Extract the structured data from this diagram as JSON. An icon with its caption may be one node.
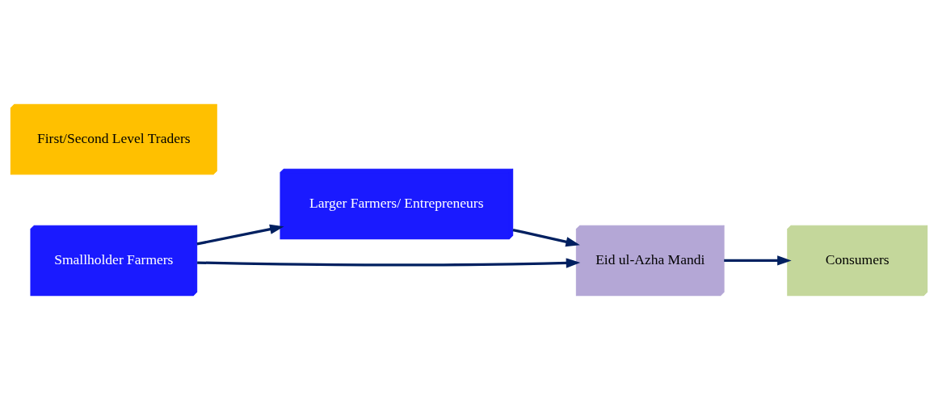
{
  "diagram": {
    "nodes": [
      {
        "text": [
          "Smallholder Farmers"
        ]
      },
      {
        "text": [
          "Larger Farmers/ Entrepreneurs"
        ]
      },
      {
        "text": [
          "First/Second Level Traders"
        ]
      },
      {
        "text": [
          "Eid ul-Azha Mandi"
        ]
      },
      {
        "text": [
          "Consumers"
        ]
      }
    ],
    "edges": [
      {
        "from": 0,
        "to": 1,
        "arrow": "to"
      },
      {
        "from": 0,
        "to": 3,
        "arrow": "to"
      },
      {
        "from": 1,
        "to": 3,
        "arrow": "to"
      },
      {
        "from": 3,
        "to": 4,
        "arrow": "to"
      }
    ]
  }
}
